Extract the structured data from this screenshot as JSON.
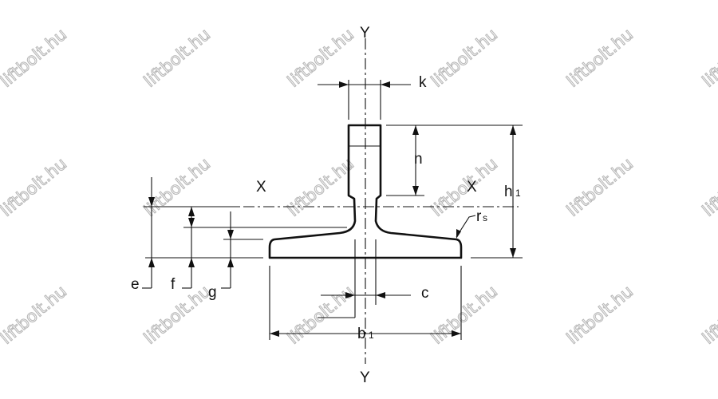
{
  "watermark": {
    "text": "liftbolt.hu",
    "color": "#b9b9b9"
  },
  "labels": {
    "y_top": "Y",
    "y_bottom": "Y",
    "x_left": "X",
    "x_right": "X",
    "k": "k",
    "n": "n",
    "h1_main": "h",
    "h1_sub": "1",
    "rs_main": "r",
    "rs_sub": "s",
    "e": "e",
    "f": "f",
    "g": "g",
    "c": "c",
    "b1_main": "b",
    "b1_sub": "1"
  },
  "colors": {
    "line": "#111111",
    "background": "#ffffff"
  }
}
